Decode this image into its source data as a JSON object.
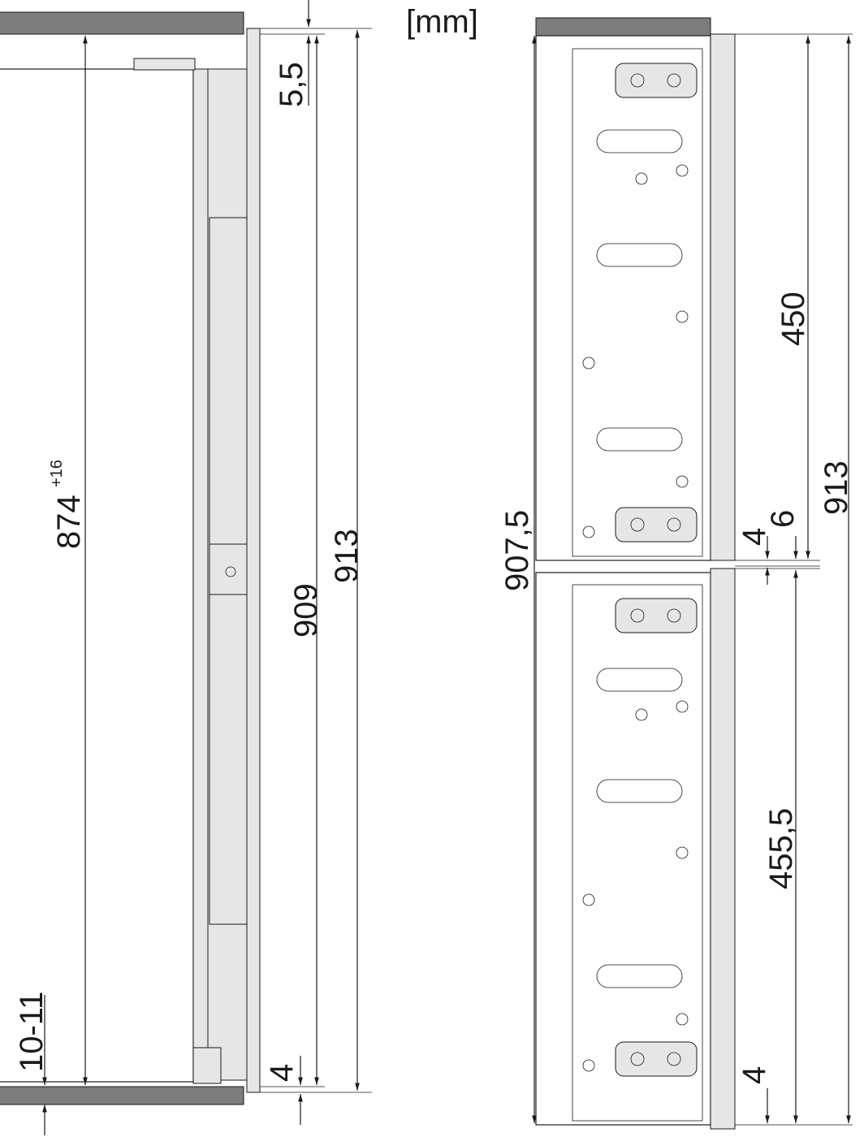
{
  "unit_label": "[mm]",
  "left_view": {
    "dim_top_gap": "5,5",
    "dim_inner_height": "909",
    "dim_total_height": "913",
    "dim_opening": "874",
    "dim_opening_tolerance": "+16",
    "dim_bottom_offset": "10-11",
    "dim_bottom_gap": "4"
  },
  "right_view": {
    "dim_front_height": "907,5",
    "dim_upper_front": "450",
    "dim_total_height": "913",
    "dim_gap": "4",
    "dim_gap_offset": "6",
    "dim_lower_front": "455,5",
    "dim_bottom_gap": "4"
  }
}
